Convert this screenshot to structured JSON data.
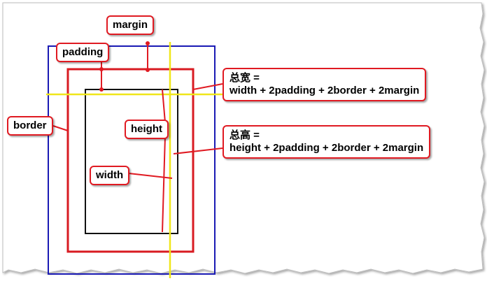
{
  "diagram": {
    "colors": {
      "outer_margin_box": "#1a1ab4",
      "padding_box": "#d81b22",
      "content_box": "#111111",
      "guide_lines": "#f0e61a",
      "callout_border": "#e01a22",
      "leader_lines": "#e01a22"
    },
    "labels": {
      "margin": "margin",
      "padding": "padding",
      "border": "border",
      "height": "height",
      "width": "width"
    },
    "formulas": {
      "total_width_title": "总宽 =",
      "total_width_expr": "width + 2padding + 2border + 2margin",
      "total_height_title": "总高 =",
      "total_height_expr": "height + 2padding + 2border + 2margin"
    }
  }
}
